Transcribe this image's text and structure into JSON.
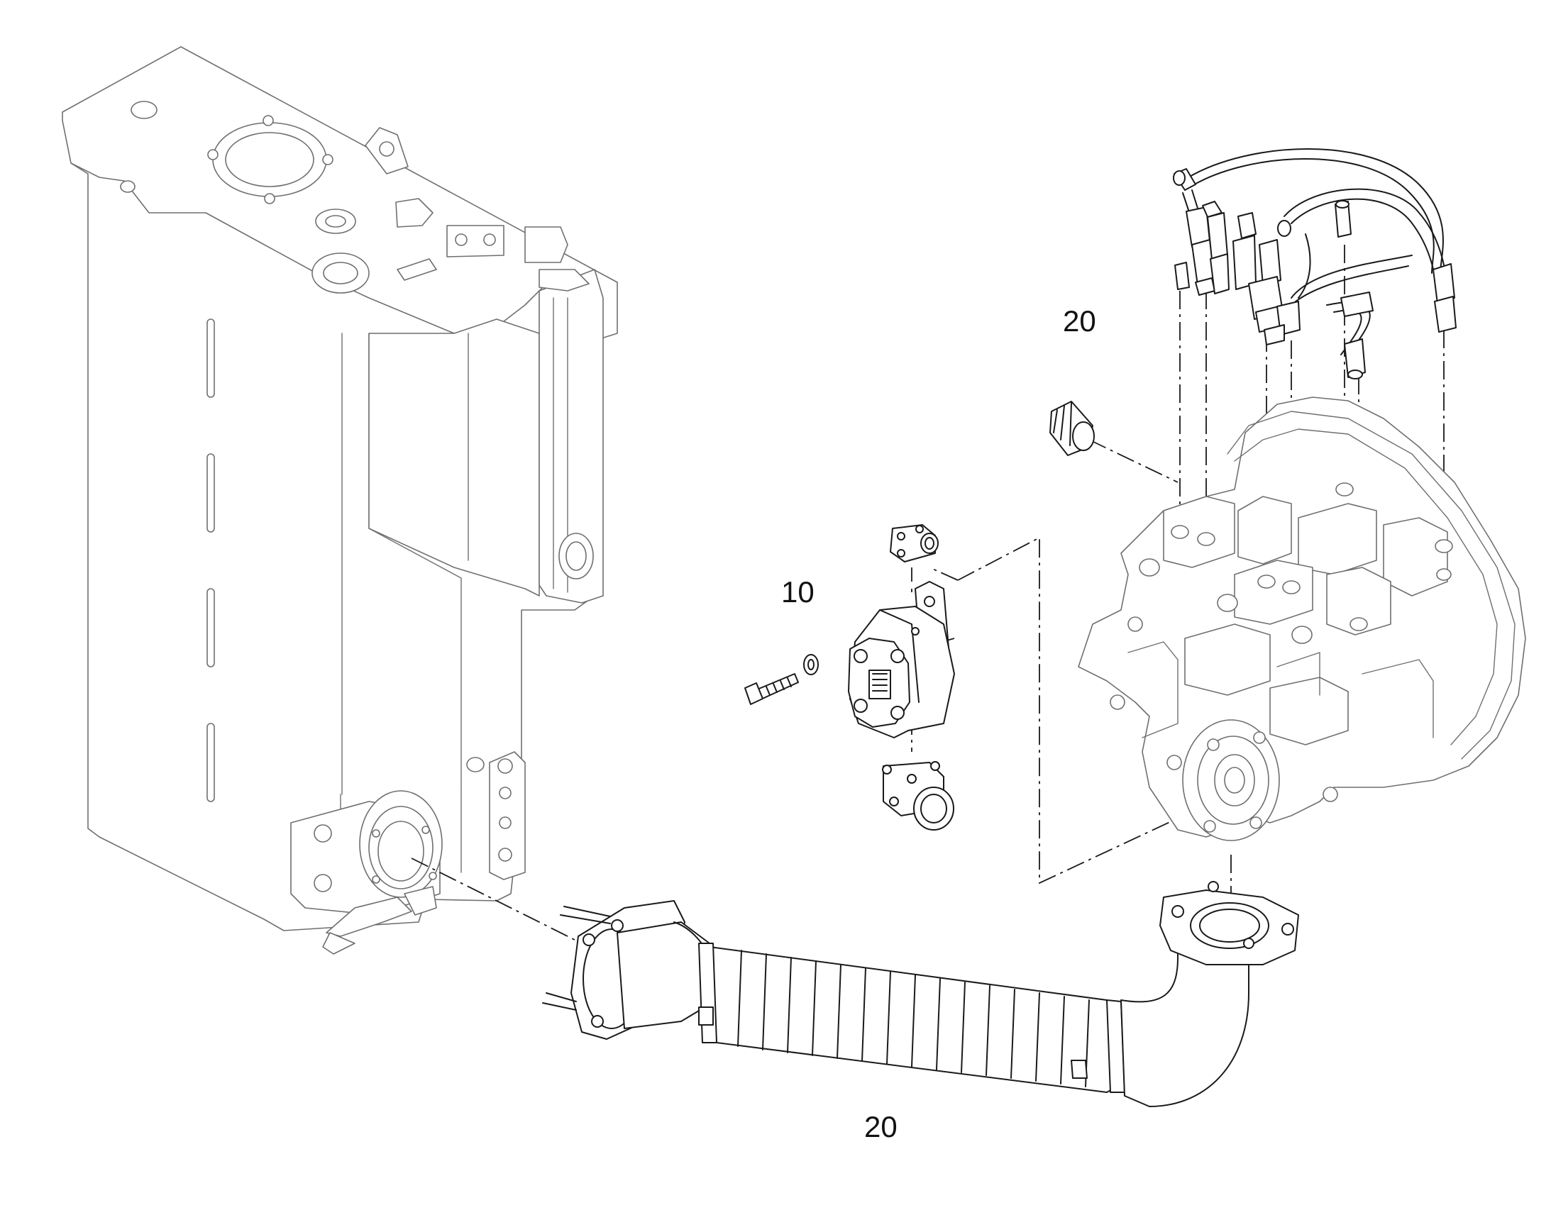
{
  "callouts": {
    "upper_assembly": "20",
    "gear_pump": "10",
    "suction_hose": "20"
  },
  "colors": {
    "background": "#ffffff",
    "line_dark": "#1a1a1a",
    "line_light": "#6f6f6f"
  }
}
